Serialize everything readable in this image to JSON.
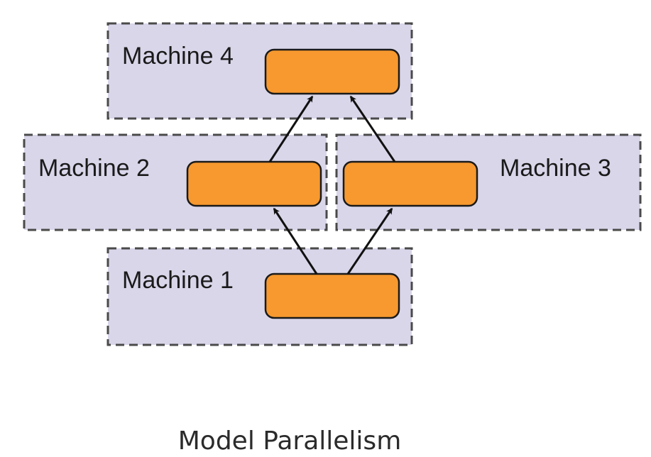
{
  "colors": {
    "machine_fill": "#d9d6ea",
    "machine_border": "#4a4a4a",
    "block_fill": "#f7992f",
    "block_border": "#1a1a1a",
    "arrow": "#111111",
    "text": "#1a1a1a"
  },
  "machines": [
    {
      "id": "m4",
      "label": "Machine 4"
    },
    {
      "id": "m2",
      "label": "Machine 2"
    },
    {
      "id": "m3",
      "label": "Machine 3"
    },
    {
      "id": "m1",
      "label": "Machine 1"
    }
  ],
  "edges": [
    {
      "from": "m1",
      "to": "m2"
    },
    {
      "from": "m1",
      "to": "m3"
    },
    {
      "from": "m2",
      "to": "m4"
    },
    {
      "from": "m3",
      "to": "m4"
    }
  ],
  "caption": "Model Parallelism"
}
